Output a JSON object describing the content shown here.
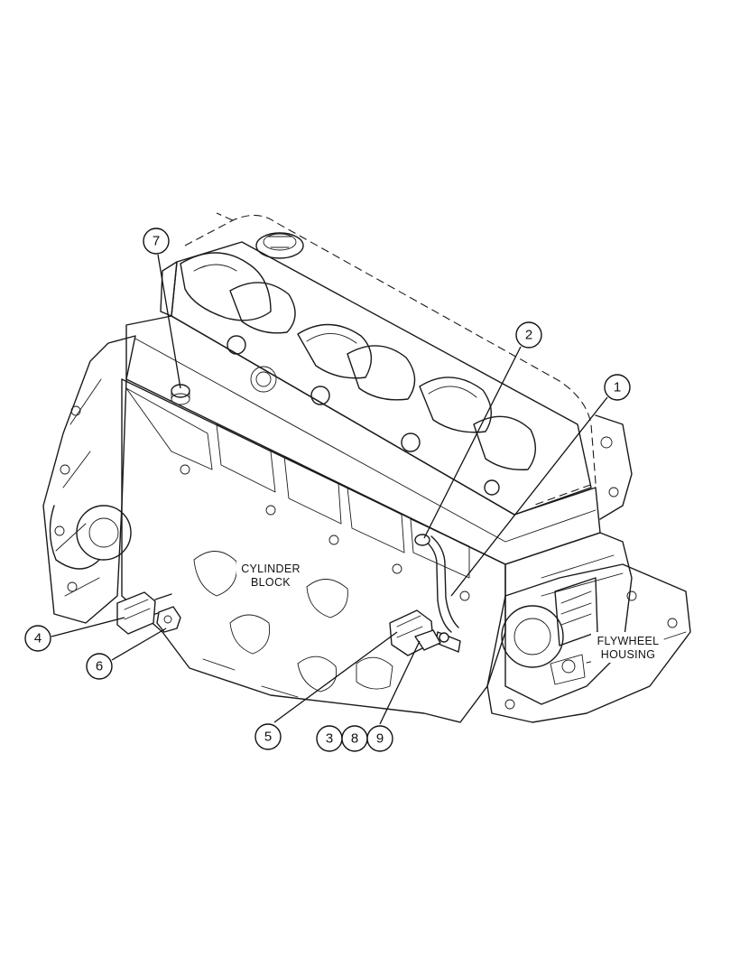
{
  "diagram": {
    "labels": {
      "cylinder_block": [
        "CYLINDER",
        "BLOCK"
      ],
      "flywheel_housing": [
        "FLYWHEEL",
        "HOUSING"
      ]
    },
    "callouts": [
      "1",
      "2",
      "3",
      "4",
      "5",
      "6",
      "7",
      "8",
      "9"
    ]
  }
}
